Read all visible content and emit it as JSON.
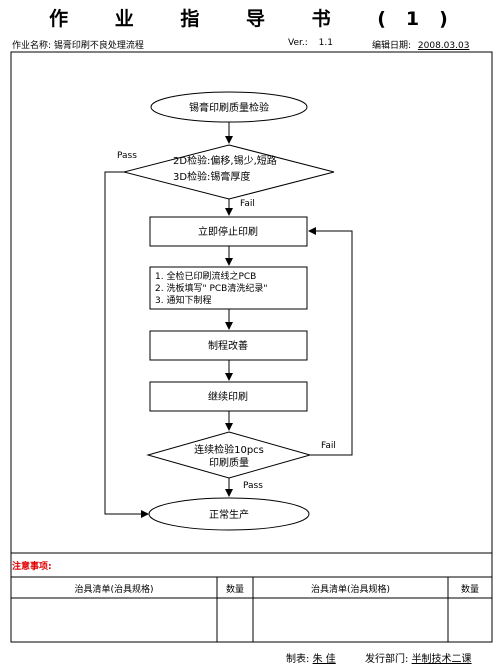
{
  "document": {
    "title": "作 业 指 导 书 (1)",
    "work_name_label": "作业名称:",
    "work_name": "锡膏印刷不良处理流程",
    "version_label": "Ver.:",
    "version": "1.1",
    "date_label": "编辑日期:",
    "date": "2008.03.03"
  },
  "flowchart": {
    "start": "锡膏印刷质量检验",
    "decision1_line1": "2D检验:偏移,锡少,短路",
    "decision1_line2": "3D检验:锡膏厚度",
    "pass_label_1": "Pass",
    "fail_label_1": "Fail",
    "step_stop": "立即停止印刷",
    "step_check_line1": "1. 全检已印刷流线之PCB",
    "step_check_line2": "2. 洗板填写\" PCB清洗纪录\"",
    "step_check_line3": "3. 通知下制程",
    "step_improve": "制程改善",
    "step_continue": "继续印刷",
    "decision2_line1": "连续检验10pcs",
    "decision2_line2": "印刷质量",
    "fail_label_2": "Fail",
    "pass_label_2": "Pass",
    "end": "正常生产"
  },
  "notes": {
    "label": "注意事项:"
  },
  "fixture_table": {
    "headers": [
      "治具清单(治具规格)",
      "数量",
      "治具清单(治具规格)",
      "数量"
    ]
  },
  "footer": {
    "maker_label": "制表:",
    "maker": "朱 佳",
    "dept_label": "发行部门:",
    "dept": "半制技术二课"
  }
}
